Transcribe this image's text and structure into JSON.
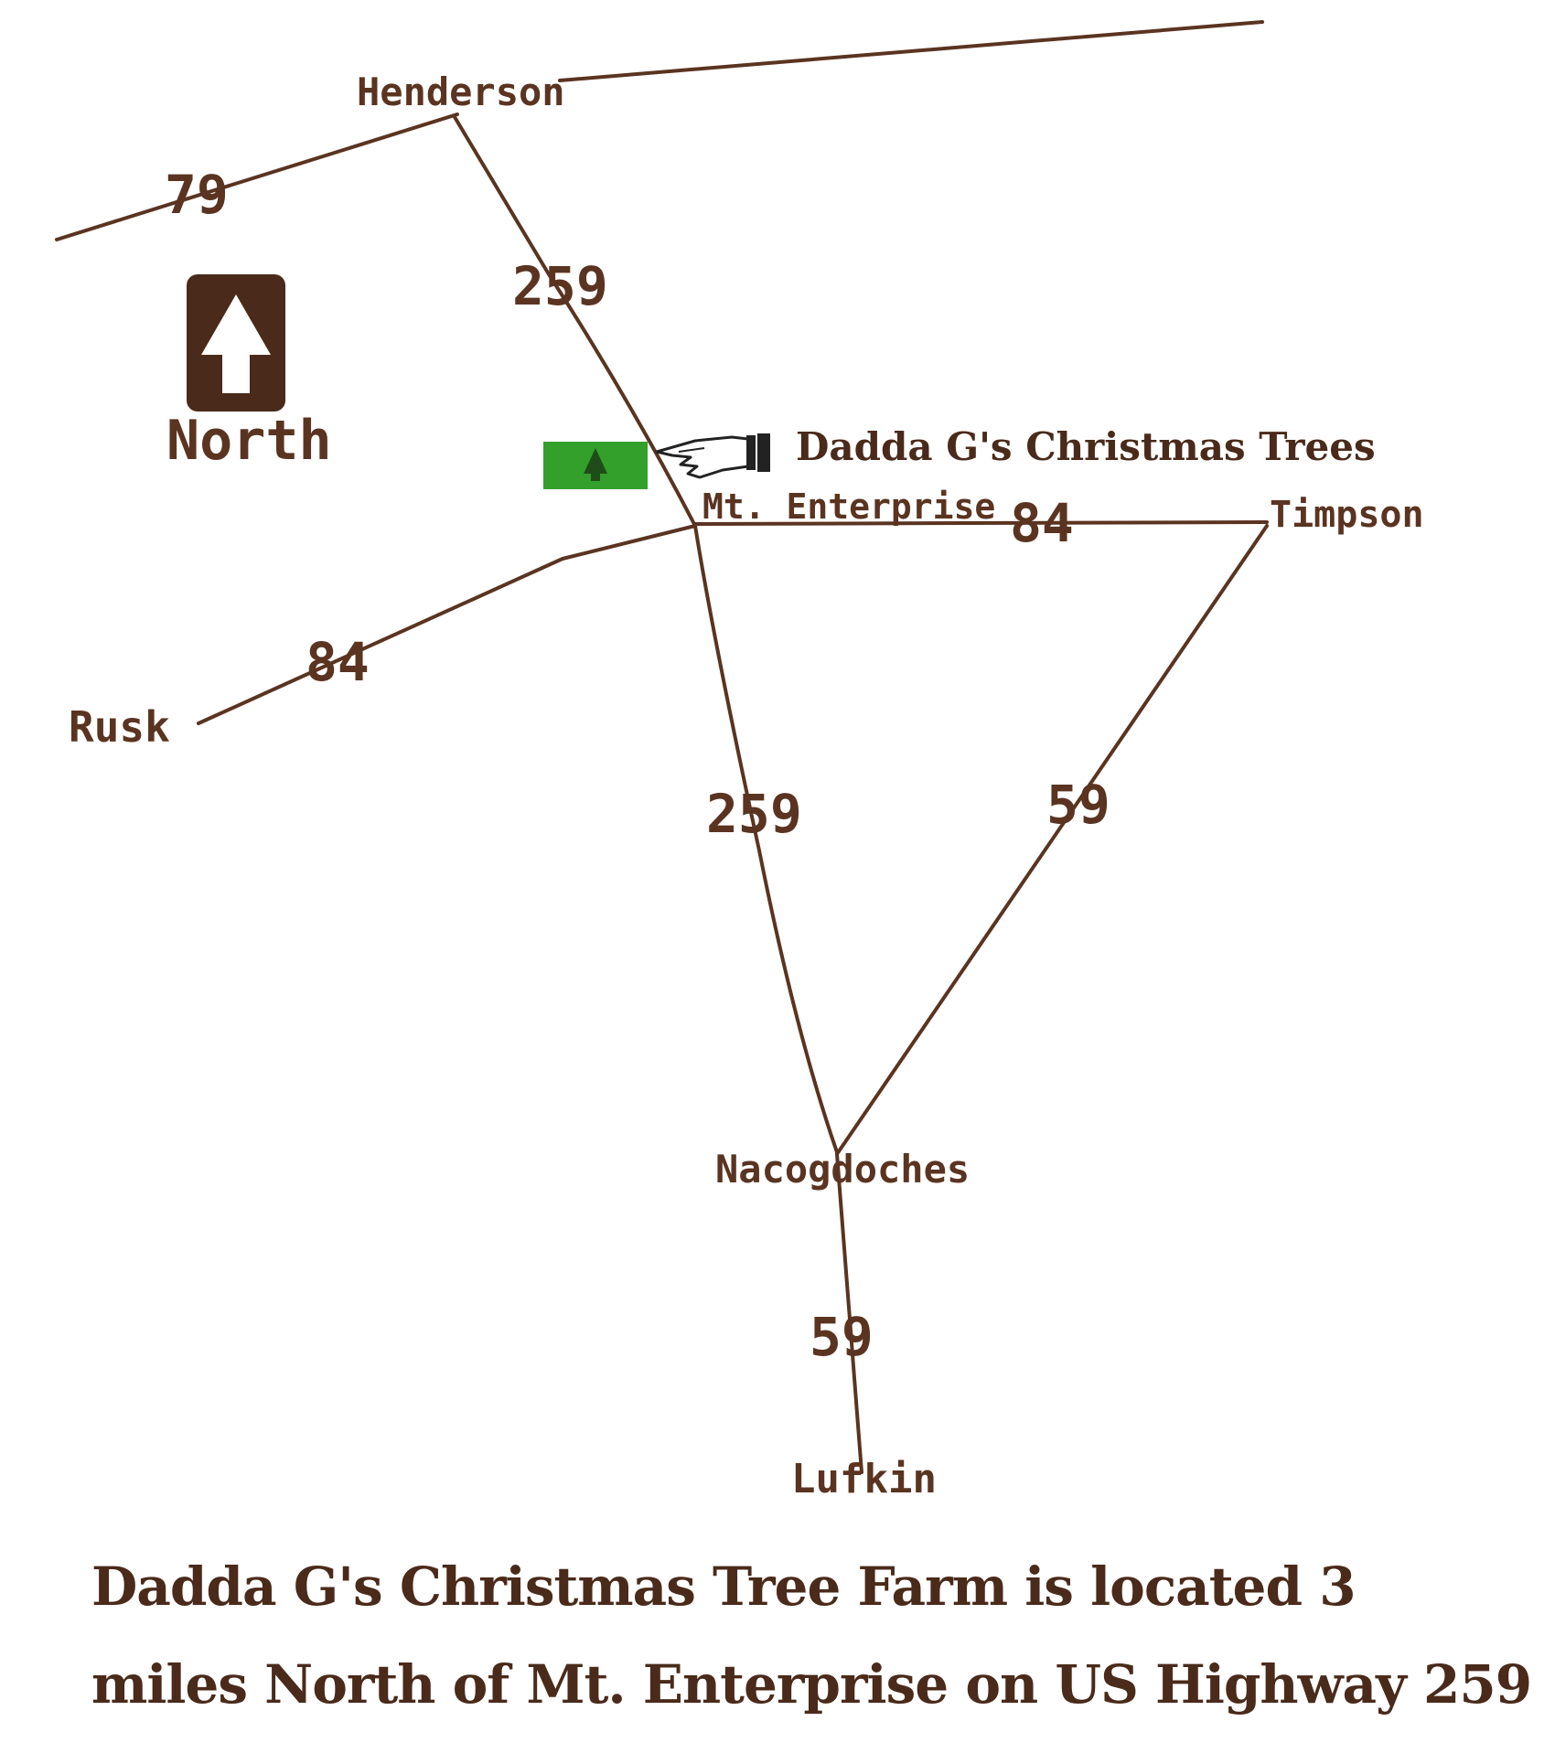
{
  "colors": {
    "road": "#5a3421",
    "label": "#5a3421",
    "caption": "#4a2a1a",
    "tree_marker": "#33a02c"
  },
  "compass": {
    "label": "North",
    "icon": "north-arrow-icon"
  },
  "cities": {
    "henderson": "Henderson",
    "mt_enterprise": "Mt. Enterprise",
    "timpson": "Timpson",
    "rusk": "Rusk",
    "nacogdoches": "Nacogdoches",
    "lufkin": "Lufkin"
  },
  "highways": {
    "hwy79": "79",
    "hwy259_north": "259",
    "hwy84_east": "84",
    "hwy84_west": "84",
    "hwy259_south": "259",
    "hwy59_east": "59",
    "hwy59_south": "59"
  },
  "farm": {
    "label": "Dadda G's Christmas Trees",
    "marker_icon": "christmas-tree-icon",
    "pointer_icon": "pointing-hand-icon"
  },
  "caption": {
    "line1": "Dadda G's Christmas Tree Farm is located 3",
    "line2": "miles North of Mt. Enterprise on US Highway 259"
  }
}
